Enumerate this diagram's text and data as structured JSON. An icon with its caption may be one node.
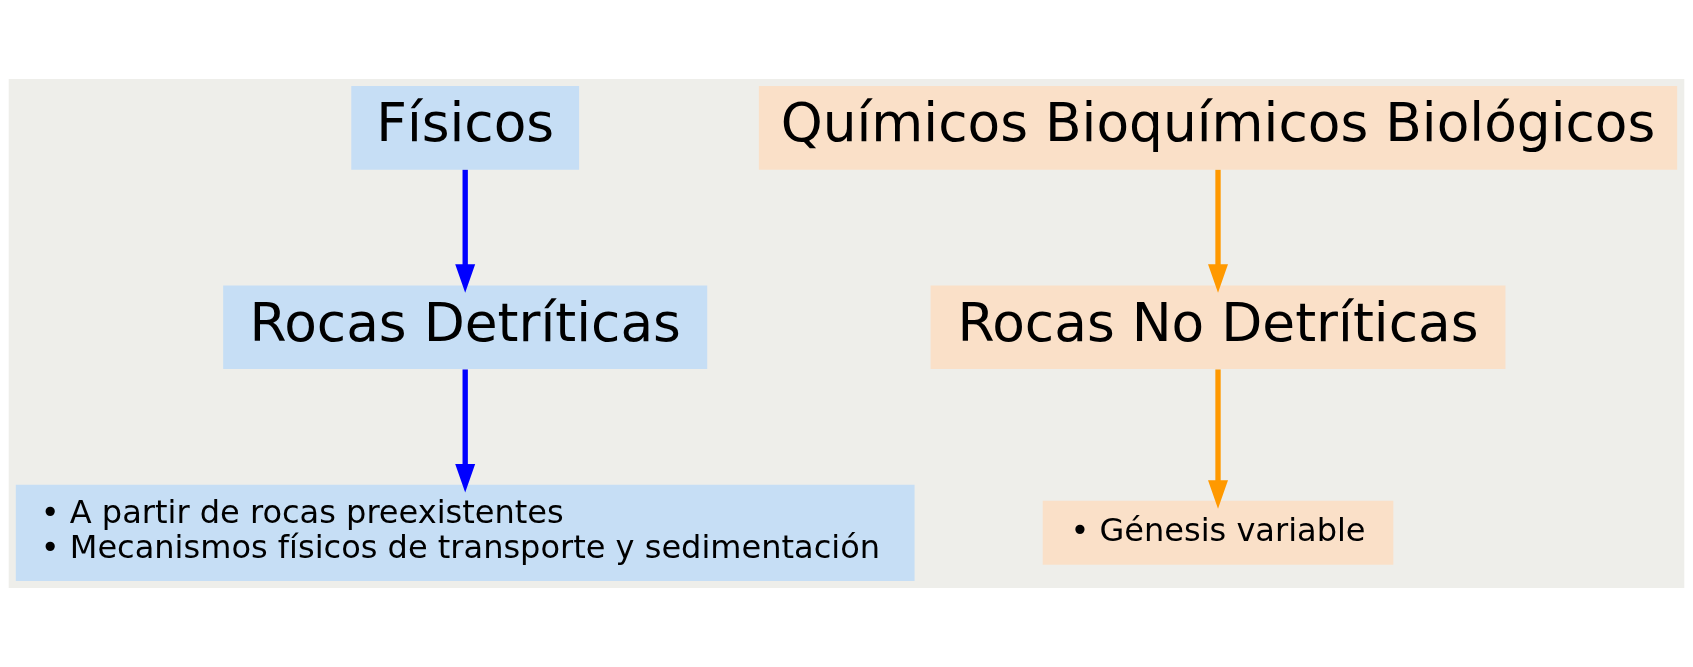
{
  "diagram": {
    "nodes": [
      {
        "text": [
          "Físicos"
        ]
      },
      {
        "text": [
          "Químicos Bioquímicos Biológicos"
        ]
      },
      {
        "text": [
          "Rocas Detríticas"
        ]
      },
      {
        "text": [
          "Rocas No Detríticas"
        ]
      },
      {
        "text": [
          "• A partir de rocas preexistentes",
          "• Mecanismos físicos de transporte y sedimentación"
        ]
      },
      {
        "text": [
          "• Génesis variable"
        ]
      }
    ],
    "edges": [
      {
        "from": 0,
        "to": 2,
        "arrow": "to",
        "color": "#0000ff"
      },
      {
        "from": 1,
        "to": 3,
        "arrow": "to",
        "color": "#ff9900"
      },
      {
        "from": 2,
        "to": 4,
        "arrow": "to",
        "color": "#0000ff"
      },
      {
        "from": 3,
        "to": 5,
        "arrow": "to",
        "color": "#ff9900"
      }
    ]
  }
}
